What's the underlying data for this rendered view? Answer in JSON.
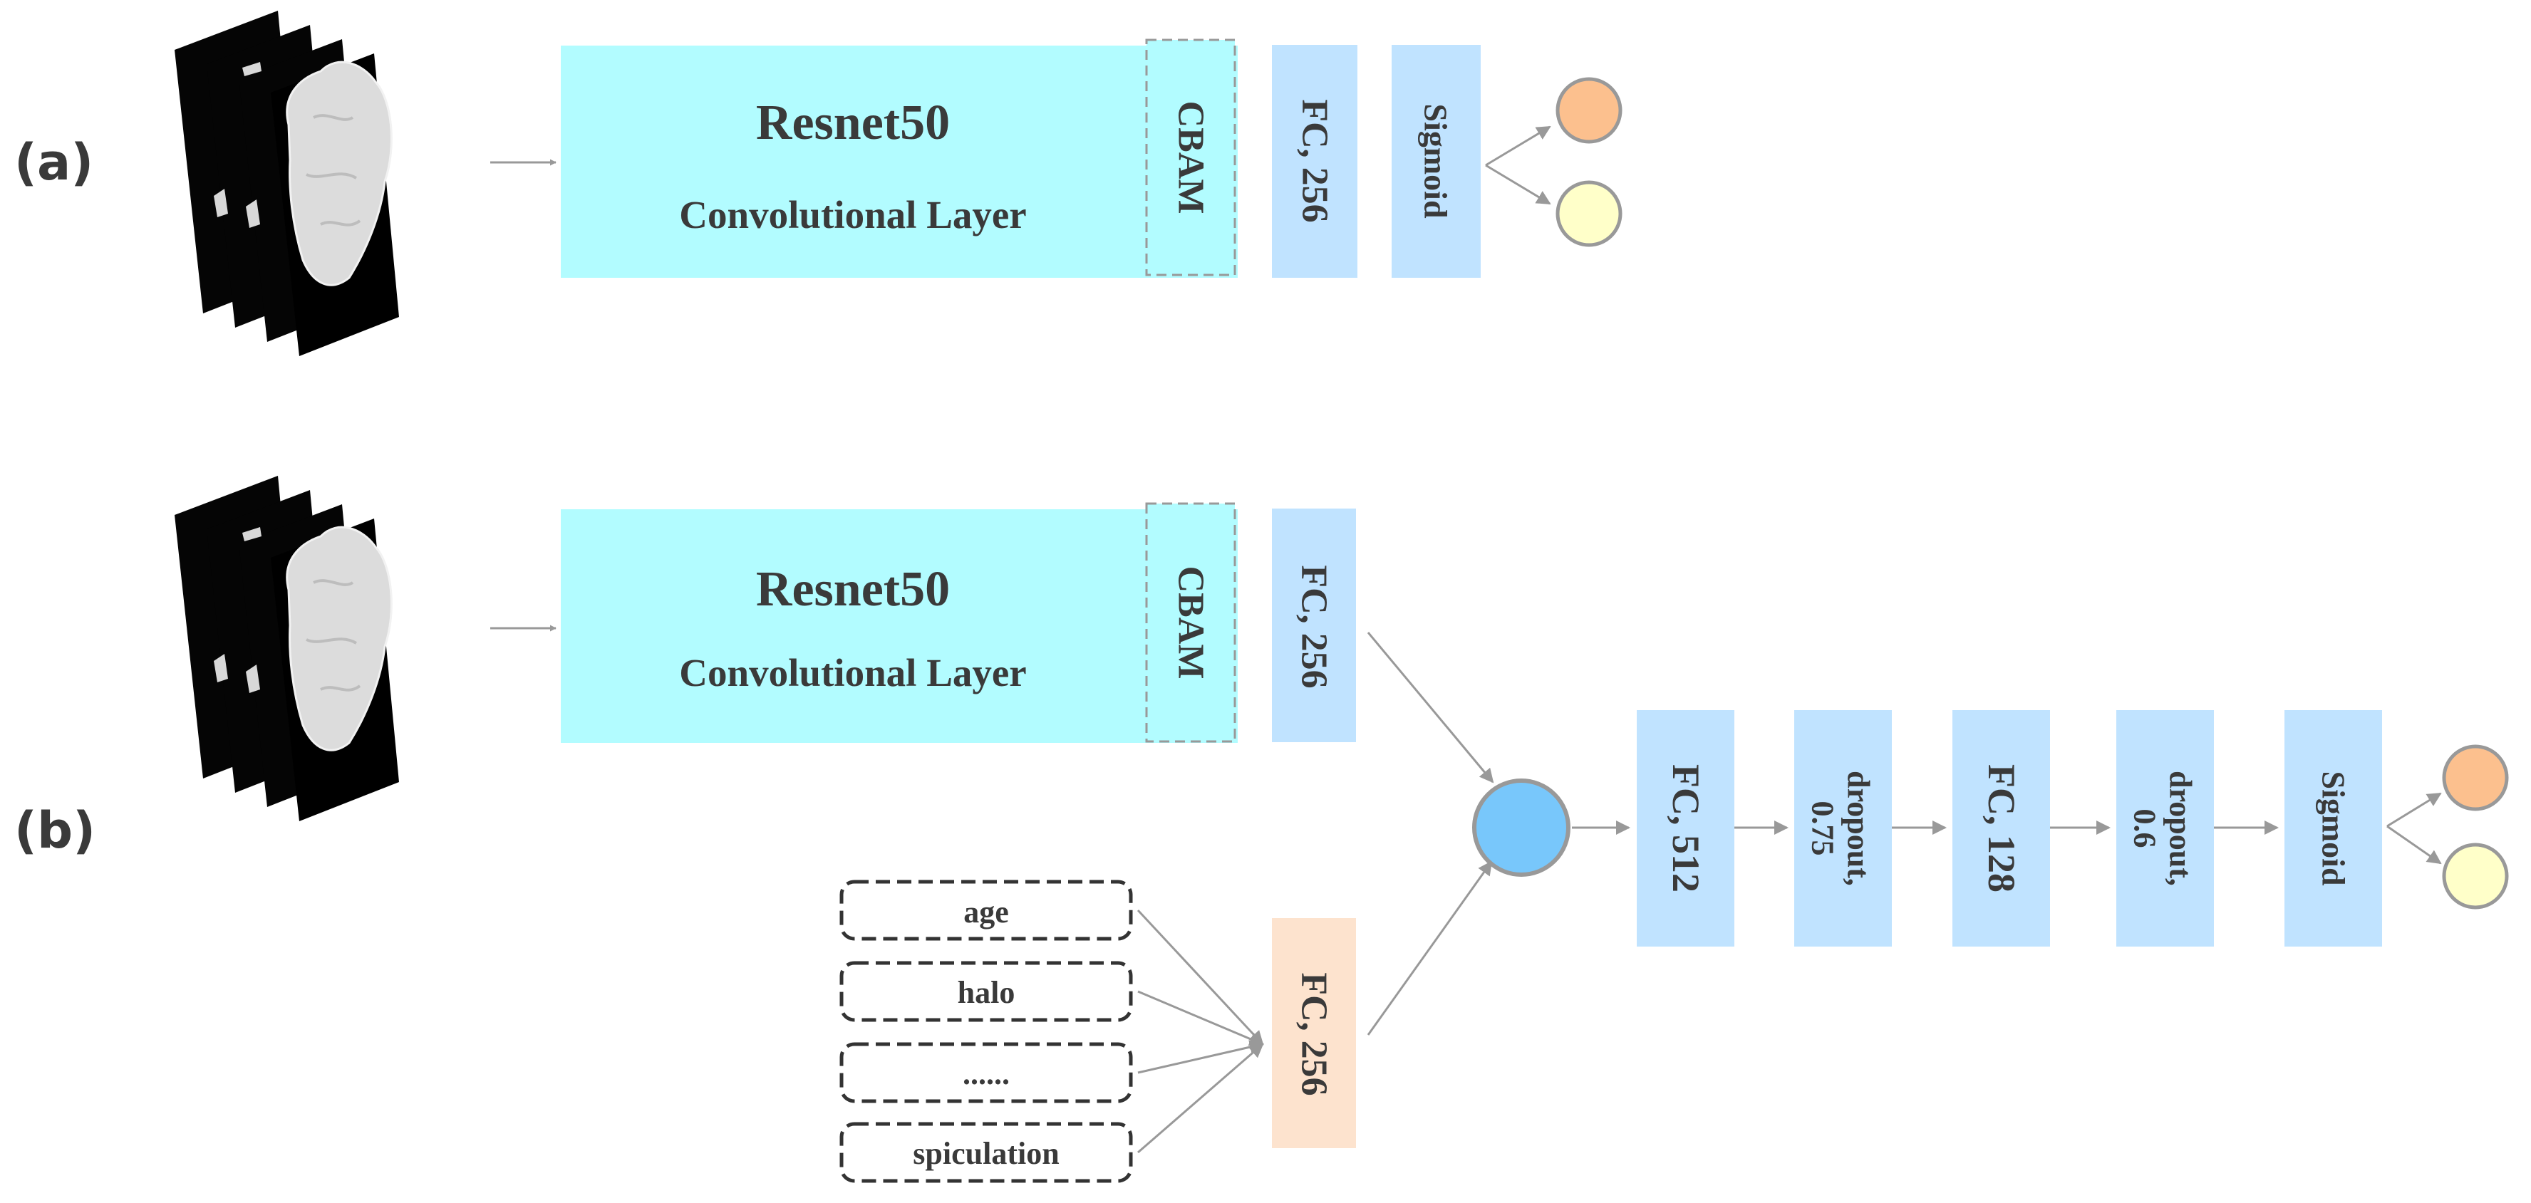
{
  "panels": {
    "a": {
      "label": "(a)",
      "backbone_title": "Resnet50",
      "backbone_subtitle": "Convolutional Layer",
      "attention": "CBAM",
      "fc": "FC, 256",
      "activation": "Sigmoid"
    },
    "b": {
      "label": "(b)",
      "backbone_title": "Resnet50",
      "backbone_subtitle": "Convolutional Layer",
      "attention": "CBAM",
      "image_fc": "FC, 256",
      "clinical_fc": "FC, 256",
      "clinical_features": [
        "age",
        "halo",
        "......",
        "spiculation"
      ],
      "head": {
        "fc1": "FC, 512",
        "dropout1_line1": "dropout,",
        "dropout1_line2": "0.75",
        "fc2": "FC, 128",
        "dropout2_line1": "dropout,",
        "dropout2_line2": "0.6",
        "activation": "Sigmoid"
      }
    }
  },
  "colors": {
    "backbone": "#b2fcff",
    "fc": "#c0e3ff",
    "clinical_fc": "#fde3ce",
    "fusion_node": "#78c7fb",
    "output_class1": "#fcc08e",
    "output_class2": "#ffffc9",
    "arrow": "#999999",
    "text": "#3a3a3a"
  }
}
